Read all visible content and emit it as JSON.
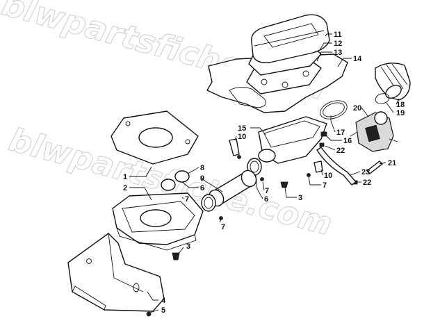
{
  "watermark": {
    "line1": "blwpartsfiche.com",
    "line2": "blwpartsfiche.com"
  },
  "callouts": {
    "c1": "1",
    "c2": "2",
    "c3a": "3",
    "c3b": "3",
    "c4": "4",
    "c5": "5",
    "c6a": "6",
    "c6b": "6",
    "c7a": "7",
    "c7b": "7",
    "c7c": "7",
    "c7d": "7",
    "c8": "8",
    "c9": "9",
    "c10a": "10",
    "c10b": "10",
    "c11": "11",
    "c12": "12",
    "c13": "13",
    "c14": "14",
    "c15": "15",
    "c16": "16",
    "c17": "17",
    "c18": "18",
    "c19": "19",
    "c20": "20",
    "c21": "21",
    "c22a": "22",
    "c22b": "22",
    "c23": "23"
  }
}
